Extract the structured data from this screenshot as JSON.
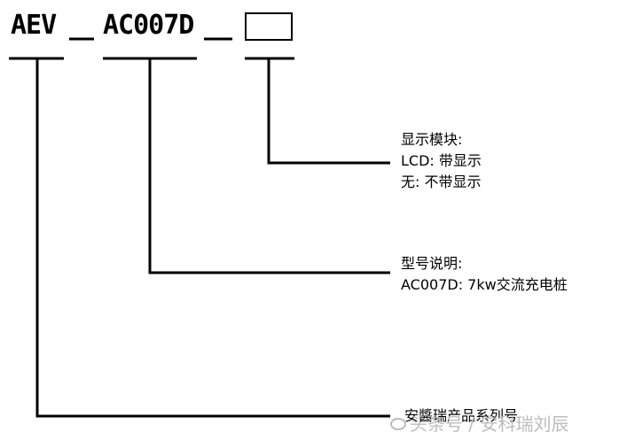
{
  "code": {
    "prefix": "AEV",
    "separator1": "_",
    "model": "AC007D",
    "separator2": "_"
  },
  "descriptions": {
    "display_module": {
      "title": "显示模块:",
      "line1": "LCD: 带显示",
      "line2": "无: 不带显示"
    },
    "model_desc": {
      "title": "型号说明:",
      "line1": "AC007D: 7kw交流充电桩"
    },
    "series": {
      "title": "安醬瑞产品系列号"
    }
  },
  "watermark": {
    "text": "头条号 / 安科瑞刘辰",
    "icon": "chat-bubble-icon",
    "color": "#bdbdbd"
  },
  "colors": {
    "line": "#000000",
    "background": "#ffffff"
  }
}
